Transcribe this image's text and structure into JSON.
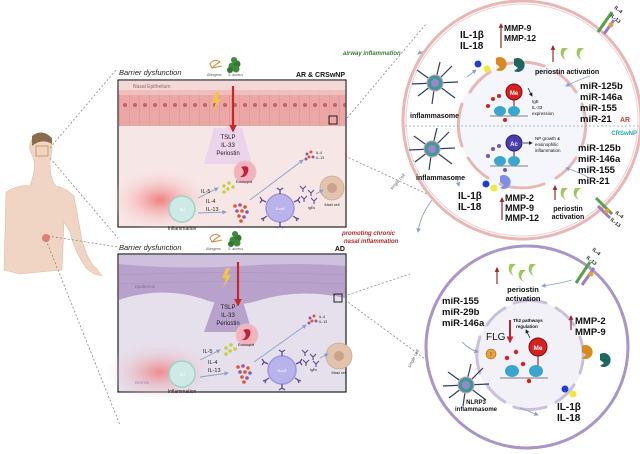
{
  "top_panel": {
    "barrier_title": "Barrier dysfunction",
    "allergens_label": "Allergens",
    "saureus_label": "S. aureus",
    "disease_label": "AR & CRSwNP",
    "tissue_label": "Nasal Epithelium",
    "mediators": [
      "TSLP",
      "IL-33",
      "Periostin"
    ],
    "il5": "IL-5",
    "il4": "IL-4",
    "il13": "IL-13",
    "eosinophil": "Eosinophil",
    "th2": "Th2",
    "inflammation": "Inflammation",
    "bcell": "B-cell",
    "iges": "IgEs",
    "mast_cell": "Mast cell",
    "small_il4": "IL-4",
    "small_il13": "IL-13"
  },
  "bottom_panel": {
    "barrier_title": "Barrier dysfunction",
    "allergens_label": "Allergens",
    "saureus_label": "S. aureus",
    "disease_label": "AD",
    "epidermis_label": "Epidermis",
    "dermis_label": "Dermis",
    "mediators": [
      "TSLP",
      "IL-33",
      "Periostin"
    ],
    "il5": "IL-5",
    "il4": "IL-4",
    "il13": "IL-13",
    "eosinophil": "Eosinophil",
    "th2": "Th2",
    "inflammation": "Inflammation",
    "bcell": "B-cell",
    "iges": "IgEs",
    "mast_cell": "Mast cell",
    "small_il4": "IL-4",
    "small_il13": "IL-13"
  },
  "annotations": {
    "airway_inflammation": "airway inflammation",
    "promoting_line1": "promoting chronic",
    "promoting_line2": "nasal inflammation",
    "single_cell": "single cell"
  },
  "top_cell": {
    "ar": {
      "il": [
        "IL-1β",
        "IL-18"
      ],
      "mmp": [
        "MMP-9",
        "MMP-12"
      ],
      "periostin": "periostin activation",
      "inflammasome": "inflammasome",
      "me": "Me",
      "expression": [
        "IgE",
        "IL-33",
        "expression"
      ],
      "mirs": [
        "miR-125b",
        "miR-146a",
        "miR-155",
        "miR-21"
      ],
      "tag": "AR",
      "receptor": [
        "IL-4",
        "IL-13"
      ]
    },
    "crswnp": {
      "tag": "CRSwNP",
      "ac": "Ac",
      "np_text": [
        "NP growth &",
        "eosinophilic",
        "inflammation"
      ],
      "mirs": [
        "miR-125b",
        "miR-146a",
        "miR-155",
        "miR-21"
      ],
      "inflammasome": "inflammasome",
      "il": [
        "IL-1β",
        "IL-18"
      ],
      "mmp": [
        "MMP-2",
        "MMP-9",
        "MMP-12"
      ],
      "periostin": [
        "periostin",
        "activation"
      ],
      "receptor": [
        "IL-4",
        "IL-13"
      ]
    }
  },
  "bottom_cell": {
    "receptor": [
      "IL-4",
      "IL-13"
    ],
    "periostin": [
      "periostin",
      "activation"
    ],
    "mirs": [
      "miR-155",
      "miR-29b",
      "miR-146a"
    ],
    "th2_reg": [
      "Th2 pathways",
      "regulation"
    ],
    "flg": "FLG",
    "me": "Me",
    "mmp": [
      "MMP-2",
      "MMP-9"
    ],
    "inflammasome": [
      "NLRP3",
      "inflammasome"
    ],
    "il": [
      "IL-1β",
      "IL-18"
    ]
  },
  "colors": {
    "nasal_pink": "#f6e3e3",
    "epithelium": "#e9a9a8",
    "skin_purple": "#e4dcea",
    "epidermis": "#b9a3cb",
    "arrow_red": "#c62828",
    "green_text": "#3e7d3a",
    "crimson_text": "#b02a2a",
    "ar_red": "#d23b3b",
    "crs_teal": "#2aa6a6",
    "cell_pink_ring": "#e8b6b6",
    "cell_purple_ring": "#a995c7"
  }
}
